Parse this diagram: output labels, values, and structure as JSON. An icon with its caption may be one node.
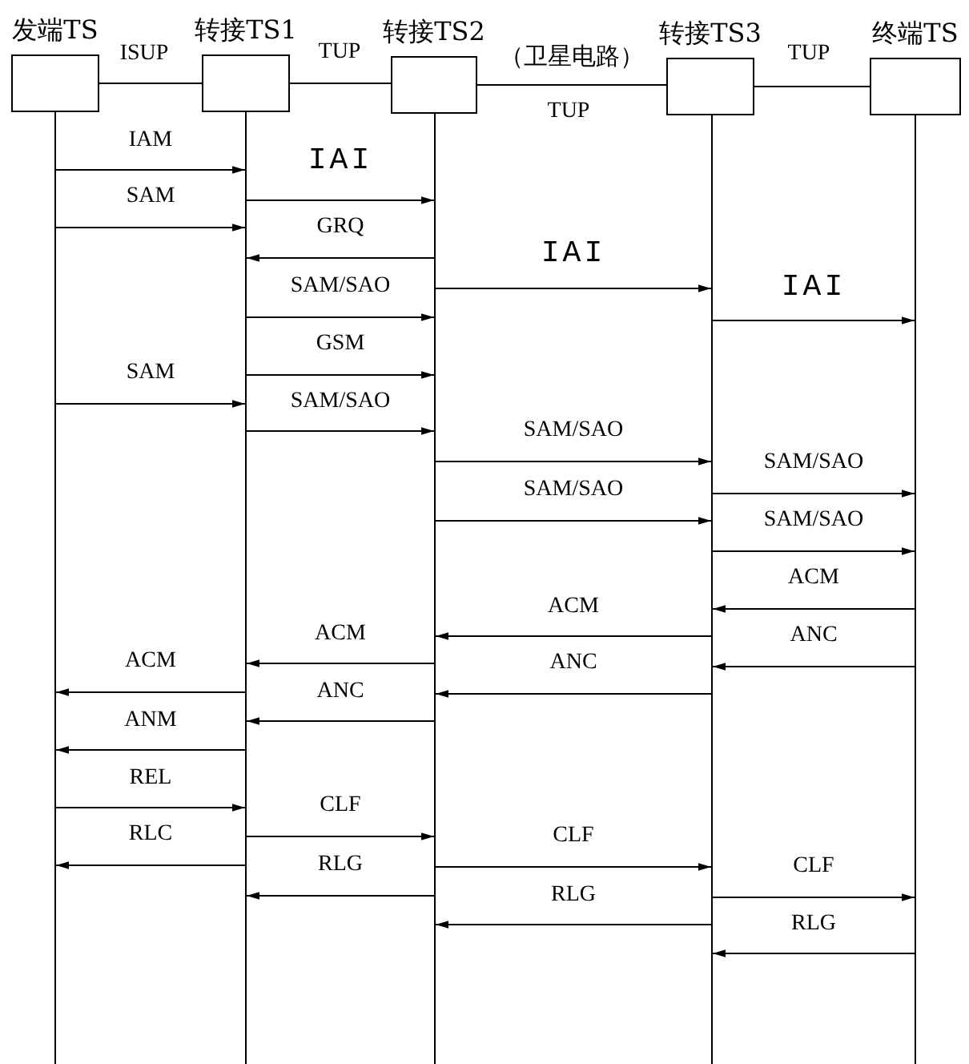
{
  "diagram": {
    "nodes": [
      {
        "text": [
          "发端TS"
        ]
      },
      {
        "text": [
          "转接TS1"
        ]
      },
      {
        "text": [
          "转接TS2"
        ]
      },
      {
        "text": [
          "转接TS3"
        ]
      },
      {
        "text": [
          "终端TS"
        ]
      },
      {
        "text": [],
        "shape": "bar"
      },
      {
        "text": [],
        "shape": "bar"
      },
      {
        "text": [],
        "shape": "bar"
      },
      {
        "text": [],
        "shape": "bar"
      },
      {
        "text": [],
        "shape": "bar"
      }
    ],
    "edges": [
      {
        "from": 0,
        "to": 1,
        "arrow": "none",
        "label": "ISUP"
      },
      {
        "from": 1,
        "to": 2,
        "arrow": "none",
        "label": "TUP"
      },
      {
        "from": 2,
        "to": 3,
        "arrow": "none",
        "label": "TUP"
      },
      {
        "from": 3,
        "to": 4,
        "arrow": "none",
        "label": "TUP"
      },
      {
        "from": 5,
        "to": 6,
        "arrow": "to",
        "label": "IAM"
      },
      {
        "from": 6,
        "to": 7,
        "arrow": "to",
        "label": "IAI"
      },
      {
        "from": 5,
        "to": 6,
        "arrow": "to",
        "label": "SAM"
      },
      {
        "from": 7,
        "to": 6,
        "arrow": "to",
        "label": "GRQ"
      },
      {
        "from": 7,
        "to": 8,
        "arrow": "to",
        "label": "IAI"
      },
      {
        "from": 6,
        "to": 7,
        "arrow": "to",
        "label": "SAM/SAO"
      },
      {
        "from": 8,
        "to": 9,
        "arrow": "to",
        "label": "IAI"
      },
      {
        "from": 6,
        "to": 7,
        "arrow": "to",
        "label": "GSM"
      },
      {
        "from": 5,
        "to": 6,
        "arrow": "to",
        "label": "SAM"
      },
      {
        "from": 6,
        "to": 7,
        "arrow": "to",
        "label": "SAM/SAO"
      },
      {
        "from": 7,
        "to": 8,
        "arrow": "to",
        "label": "SAM/SAO"
      },
      {
        "from": 8,
        "to": 9,
        "arrow": "to",
        "label": "SAM/SAO"
      },
      {
        "from": 7,
        "to": 8,
        "arrow": "to",
        "label": "SAM/SAO"
      },
      {
        "from": 8,
        "to": 9,
        "arrow": "to",
        "label": "SAM/SAO"
      },
      {
        "from": 9,
        "to": 8,
        "arrow": "to",
        "label": "ACM"
      },
      {
        "from": 8,
        "to": 7,
        "arrow": "to",
        "label": "ACM"
      },
      {
        "from": 7,
        "to": 6,
        "arrow": "to",
        "label": "ACM"
      },
      {
        "from": 9,
        "to": 8,
        "arrow": "to",
        "label": "ANC"
      },
      {
        "from": 6,
        "to": 5,
        "arrow": "to",
        "label": "ACM"
      },
      {
        "from": 8,
        "to": 7,
        "arrow": "to",
        "label": "ANC"
      },
      {
        "from": 7,
        "to": 6,
        "arrow": "to",
        "label": "ANC"
      },
      {
        "from": 6,
        "to": 5,
        "arrow": "to",
        "label": "ANM"
      },
      {
        "from": 5,
        "to": 6,
        "arrow": "to",
        "label": "REL"
      },
      {
        "from": 6,
        "to": 7,
        "arrow": "to",
        "label": "CLF"
      },
      {
        "from": 6,
        "to": 5,
        "arrow": "to",
        "label": "RLC"
      },
      {
        "from": 7,
        "to": 8,
        "arrow": "to",
        "label": "CLF"
      },
      {
        "from": 7,
        "to": 6,
        "arrow": "to",
        "label": "RLG"
      },
      {
        "from": 8,
        "to": 9,
        "arrow": "to",
        "label": "CLF"
      },
      {
        "from": 8,
        "to": 7,
        "arrow": "to",
        "label": "RLG"
      },
      {
        "from": 9,
        "to": 8,
        "arrow": "to",
        "label": "RLG"
      }
    ],
    "labels": [
      "（卫星电路）"
    ]
  }
}
